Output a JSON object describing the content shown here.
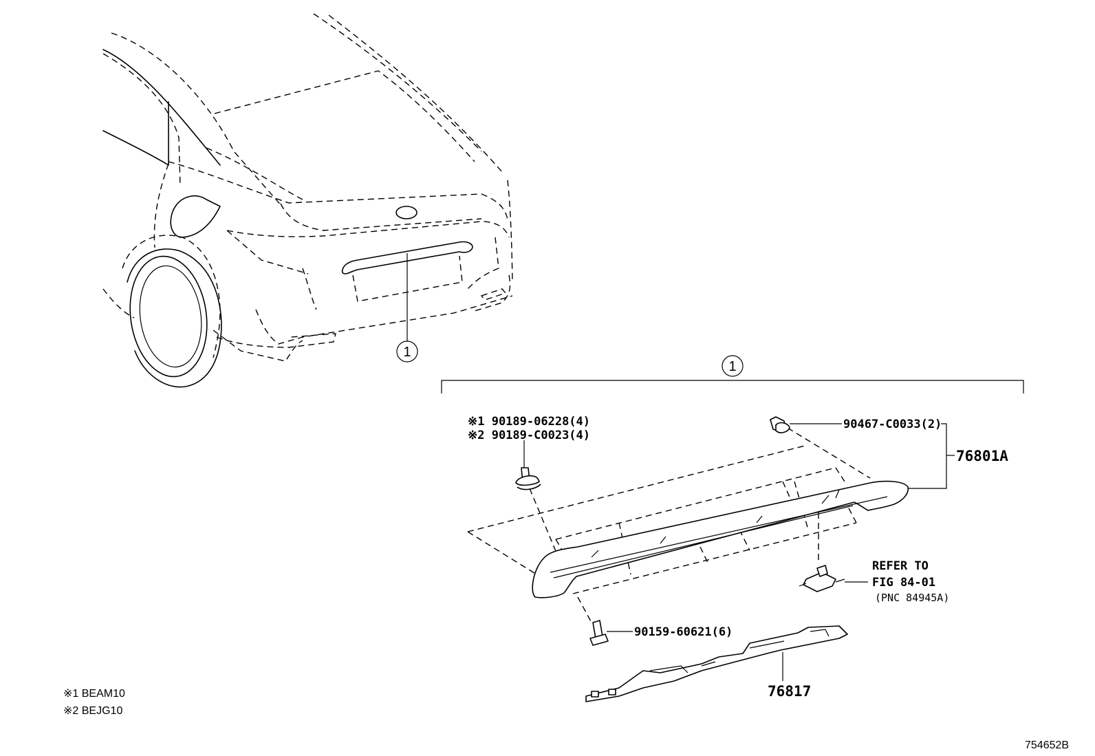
{
  "callout_number": "1",
  "parts": {
    "clip_1": "※1 90189-06228(4)",
    "clip_2": "※2 90189-C0023(4)",
    "grommet": "90467-C0033(2)",
    "garnish_assembly": "76801A",
    "refer_line1": "REFER TO",
    "refer_line2": "FIG 84-01",
    "refer_pnc": "(PNC 84945A)",
    "screw": "90159-60621(6)",
    "bracket": "76817"
  },
  "notes": {
    "note_1": "※1 BEAM10",
    "note_2": "※2 BEJG10"
  },
  "figure_id": "754652B"
}
